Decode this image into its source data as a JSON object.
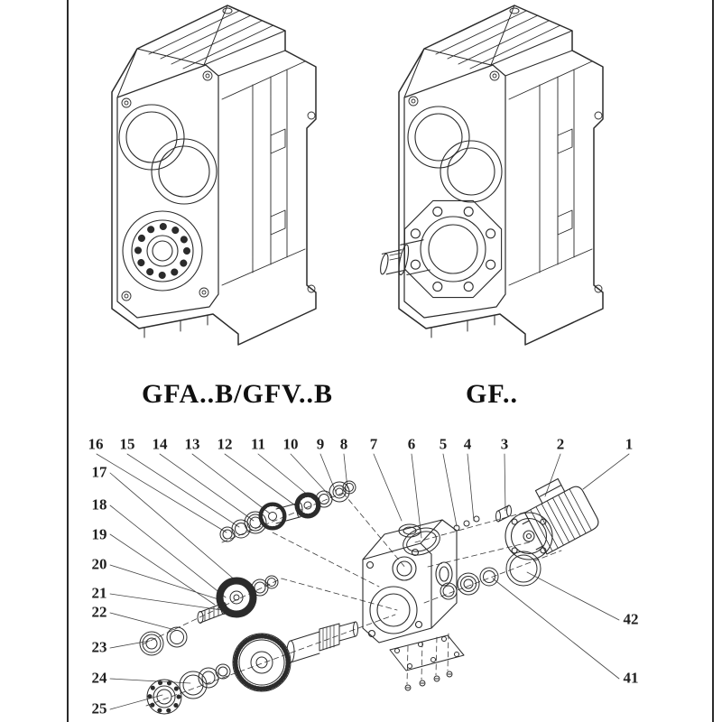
{
  "figures": {
    "left_model": "GFA..B/GFV..B",
    "right_model": "GF.."
  },
  "exploded": {
    "callouts_top": [
      "16",
      "15",
      "14",
      "13",
      "12",
      "11",
      "10",
      "9",
      "8",
      "7",
      "6",
      "5",
      "4",
      "3",
      "2",
      "1"
    ],
    "callouts_left": [
      "17",
      "18",
      "19",
      "20",
      "21",
      "22",
      "23",
      "24",
      "25"
    ],
    "callouts_right": [
      "42",
      "41"
    ]
  },
  "colors": {
    "line": "#2b2b2b",
    "background": "#ffffff"
  }
}
